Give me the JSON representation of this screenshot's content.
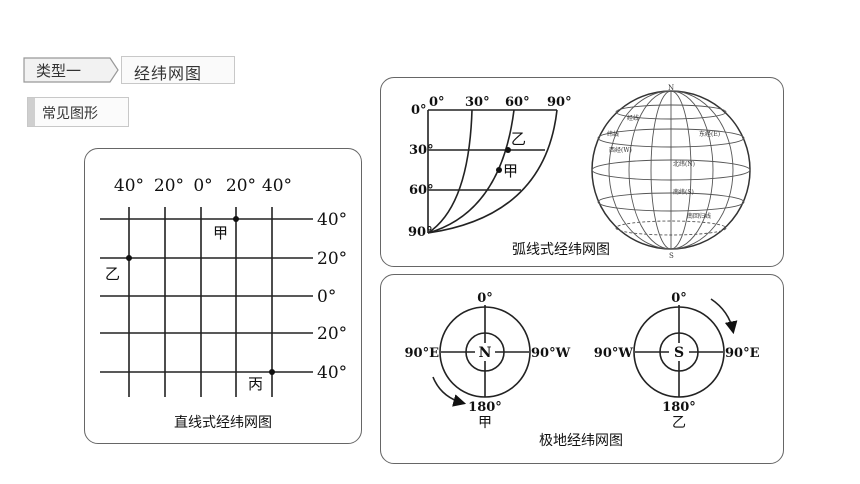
{
  "header": {
    "type_label": "类型一",
    "title": "经纬网图",
    "subtitle": "常见图形"
  },
  "straight_grid": {
    "top_labels": [
      "40°",
      "20°",
      "0°",
      "20°",
      "40°"
    ],
    "right_labels": [
      "40°",
      "20°",
      "0°",
      "20°",
      "40°"
    ],
    "points": [
      "甲",
      "乙",
      "丙"
    ],
    "caption": "直线式经纬网图"
  },
  "arc_grid": {
    "top_labels": [
      "0°",
      "30°",
      "60°",
      "90°"
    ],
    "left_labels": [
      "0°",
      "30°",
      "60°",
      "90°"
    ],
    "points": [
      "乙",
      "甲"
    ],
    "caption": "弧线式经纬网图",
    "globe_labels": {
      "north_pole": "N",
      "south_pole": "S",
      "north_hemisphere": "北纬(N)",
      "south_hemisphere": "南纬(S)",
      "east_longitude": "东经(E)",
      "west_longitude": "西经(W)",
      "meridian": "经线",
      "latitude_line": "纬线",
      "polar_circle": "南回归线"
    }
  },
  "polar_grid": {
    "left": {
      "center": "N",
      "top": "0°",
      "left": "90°E",
      "right": "90°W",
      "bottom": "180°",
      "point": "甲"
    },
    "right": {
      "center": "S",
      "top": "0°",
      "left": "90°W",
      "right": "90°E",
      "bottom": "180°",
      "point": "乙"
    },
    "caption": "极地经纬网图"
  }
}
